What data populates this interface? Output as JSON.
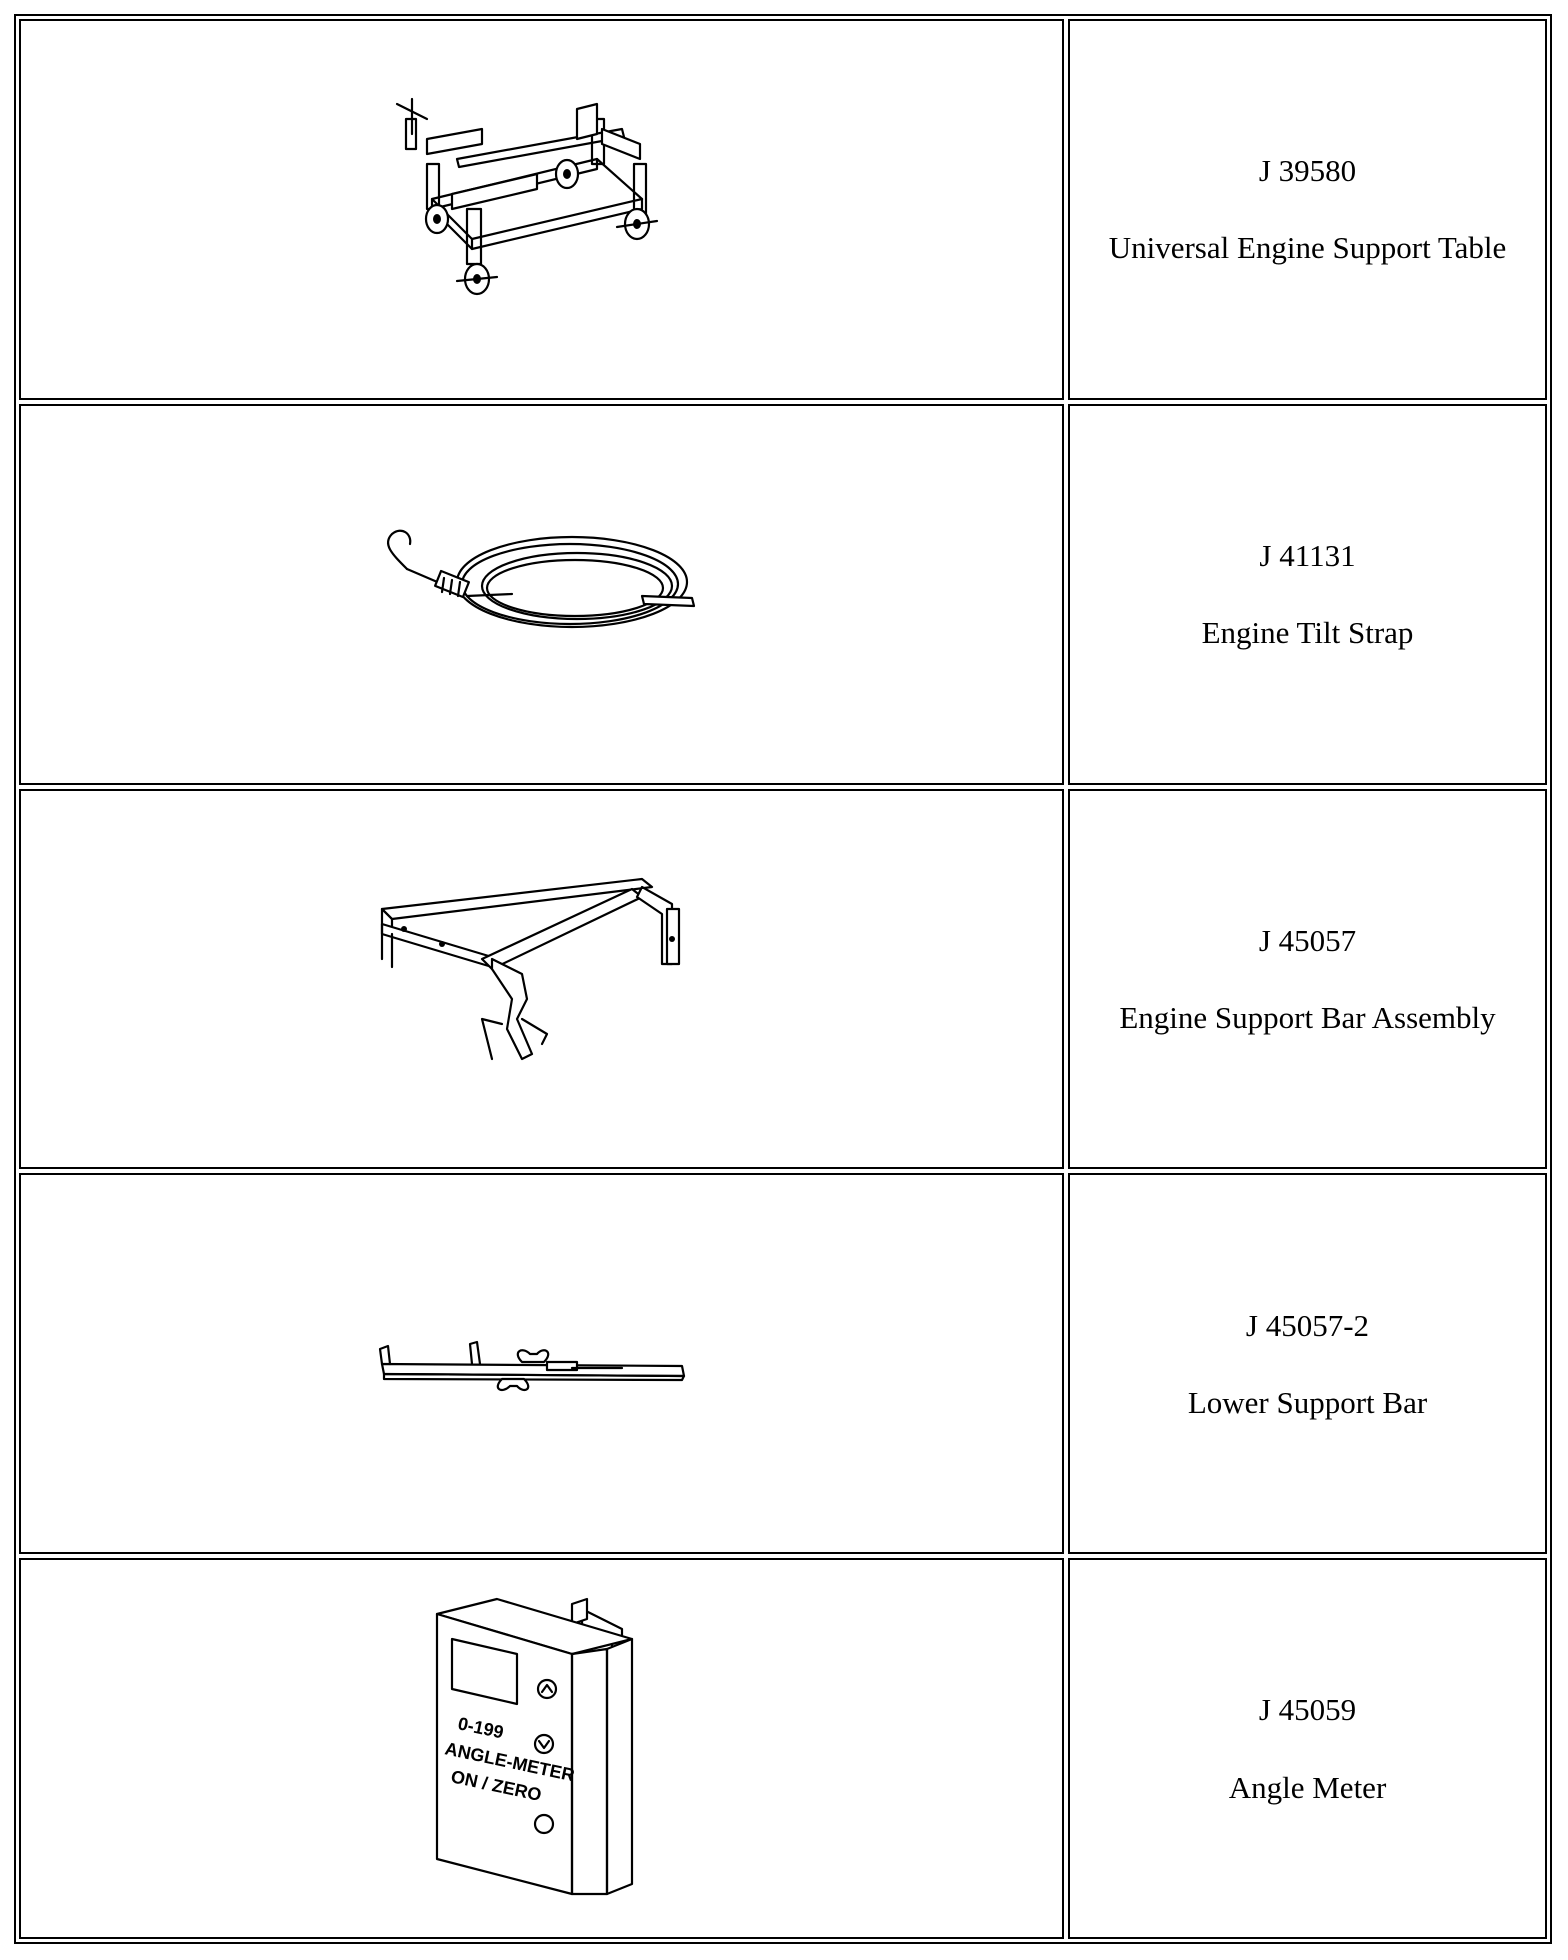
{
  "tools": [
    {
      "number": "J 39580",
      "name": "Universal Engine Support Table",
      "icon": "engine-support-table-icon"
    },
    {
      "number": "J 41131",
      "name": "Engine Tilt Strap",
      "icon": "tilt-strap-icon"
    },
    {
      "number": "J 45057",
      "name": "Engine Support Bar Assembly",
      "icon": "support-bar-assembly-icon"
    },
    {
      "number": "J 45057-2",
      "name": "Lower Support Bar",
      "icon": "lower-support-bar-icon"
    },
    {
      "number": "J 45059",
      "name": "Angle Meter",
      "icon": "angle-meter-icon",
      "device_labels": {
        "range": "0-199",
        "model": "ANGLE-METER",
        "button": "ON / ZERO"
      }
    }
  ]
}
